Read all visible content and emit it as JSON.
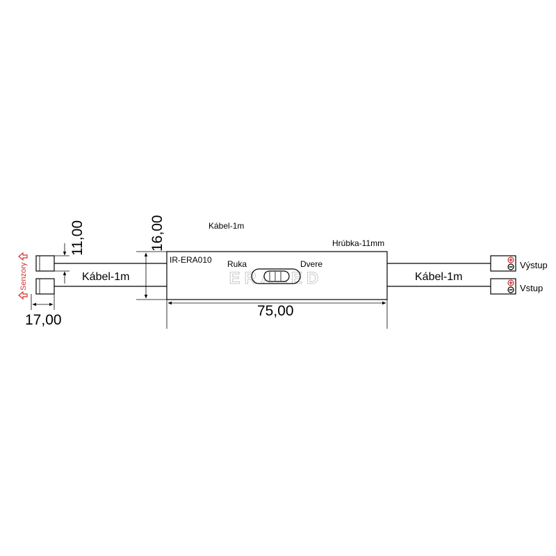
{
  "labels": {
    "cable_top": "Kábel-1m",
    "thickness": "Hrúbka-11mm",
    "model": "IR-ERA010",
    "mode_hand": "Ruka",
    "mode_door": "Dvere",
    "watermark": "ERALED",
    "cable_left": "Kábel-1m",
    "cable_right": "Kábel-1m",
    "output": "Výstup",
    "input": "Vstup",
    "sensors": "Senzory"
  },
  "dimensions": {
    "sensor_height": "11,00",
    "body_height": "16,00",
    "body_length": "75,00",
    "sensor_length": "17,00"
  },
  "colors": {
    "line": "#000000",
    "accent": "#d32f2f",
    "watermark": "#cfcfcf"
  },
  "icons": {
    "plus": "plus-terminal-icon",
    "minus": "minus-terminal-icon",
    "arrow": "sensor-arrow-icon"
  }
}
